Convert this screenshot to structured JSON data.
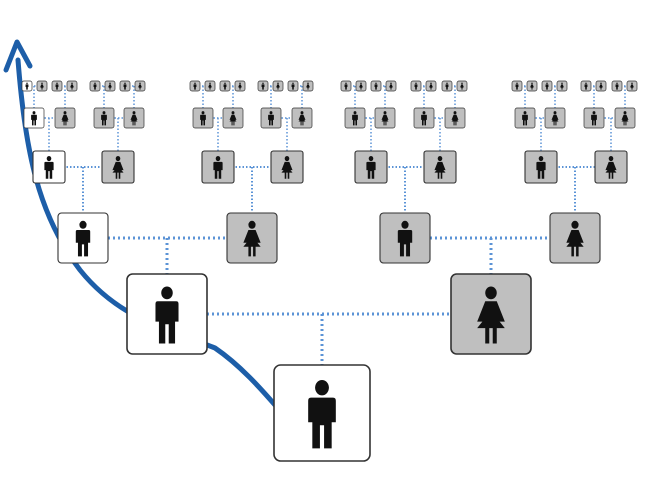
{
  "diagram": {
    "kind": "ancestry pedigree tree",
    "root": "male",
    "generations": 6,
    "highlighted_line": "paternal",
    "colors": {
      "line_arrow": "#1d5ea8",
      "connector": "#5b93d6",
      "white_box": "#ffffff",
      "grey_box": "#bfbfbf",
      "box_border": "#333333",
      "figure": "#111111"
    },
    "node_colors": {
      "on_arrow": "white",
      "other": "grey"
    },
    "icons": {
      "male": "male-figure-icon",
      "female": "female-figure-icon",
      "arrow": "arrow-up-icon"
    }
  }
}
